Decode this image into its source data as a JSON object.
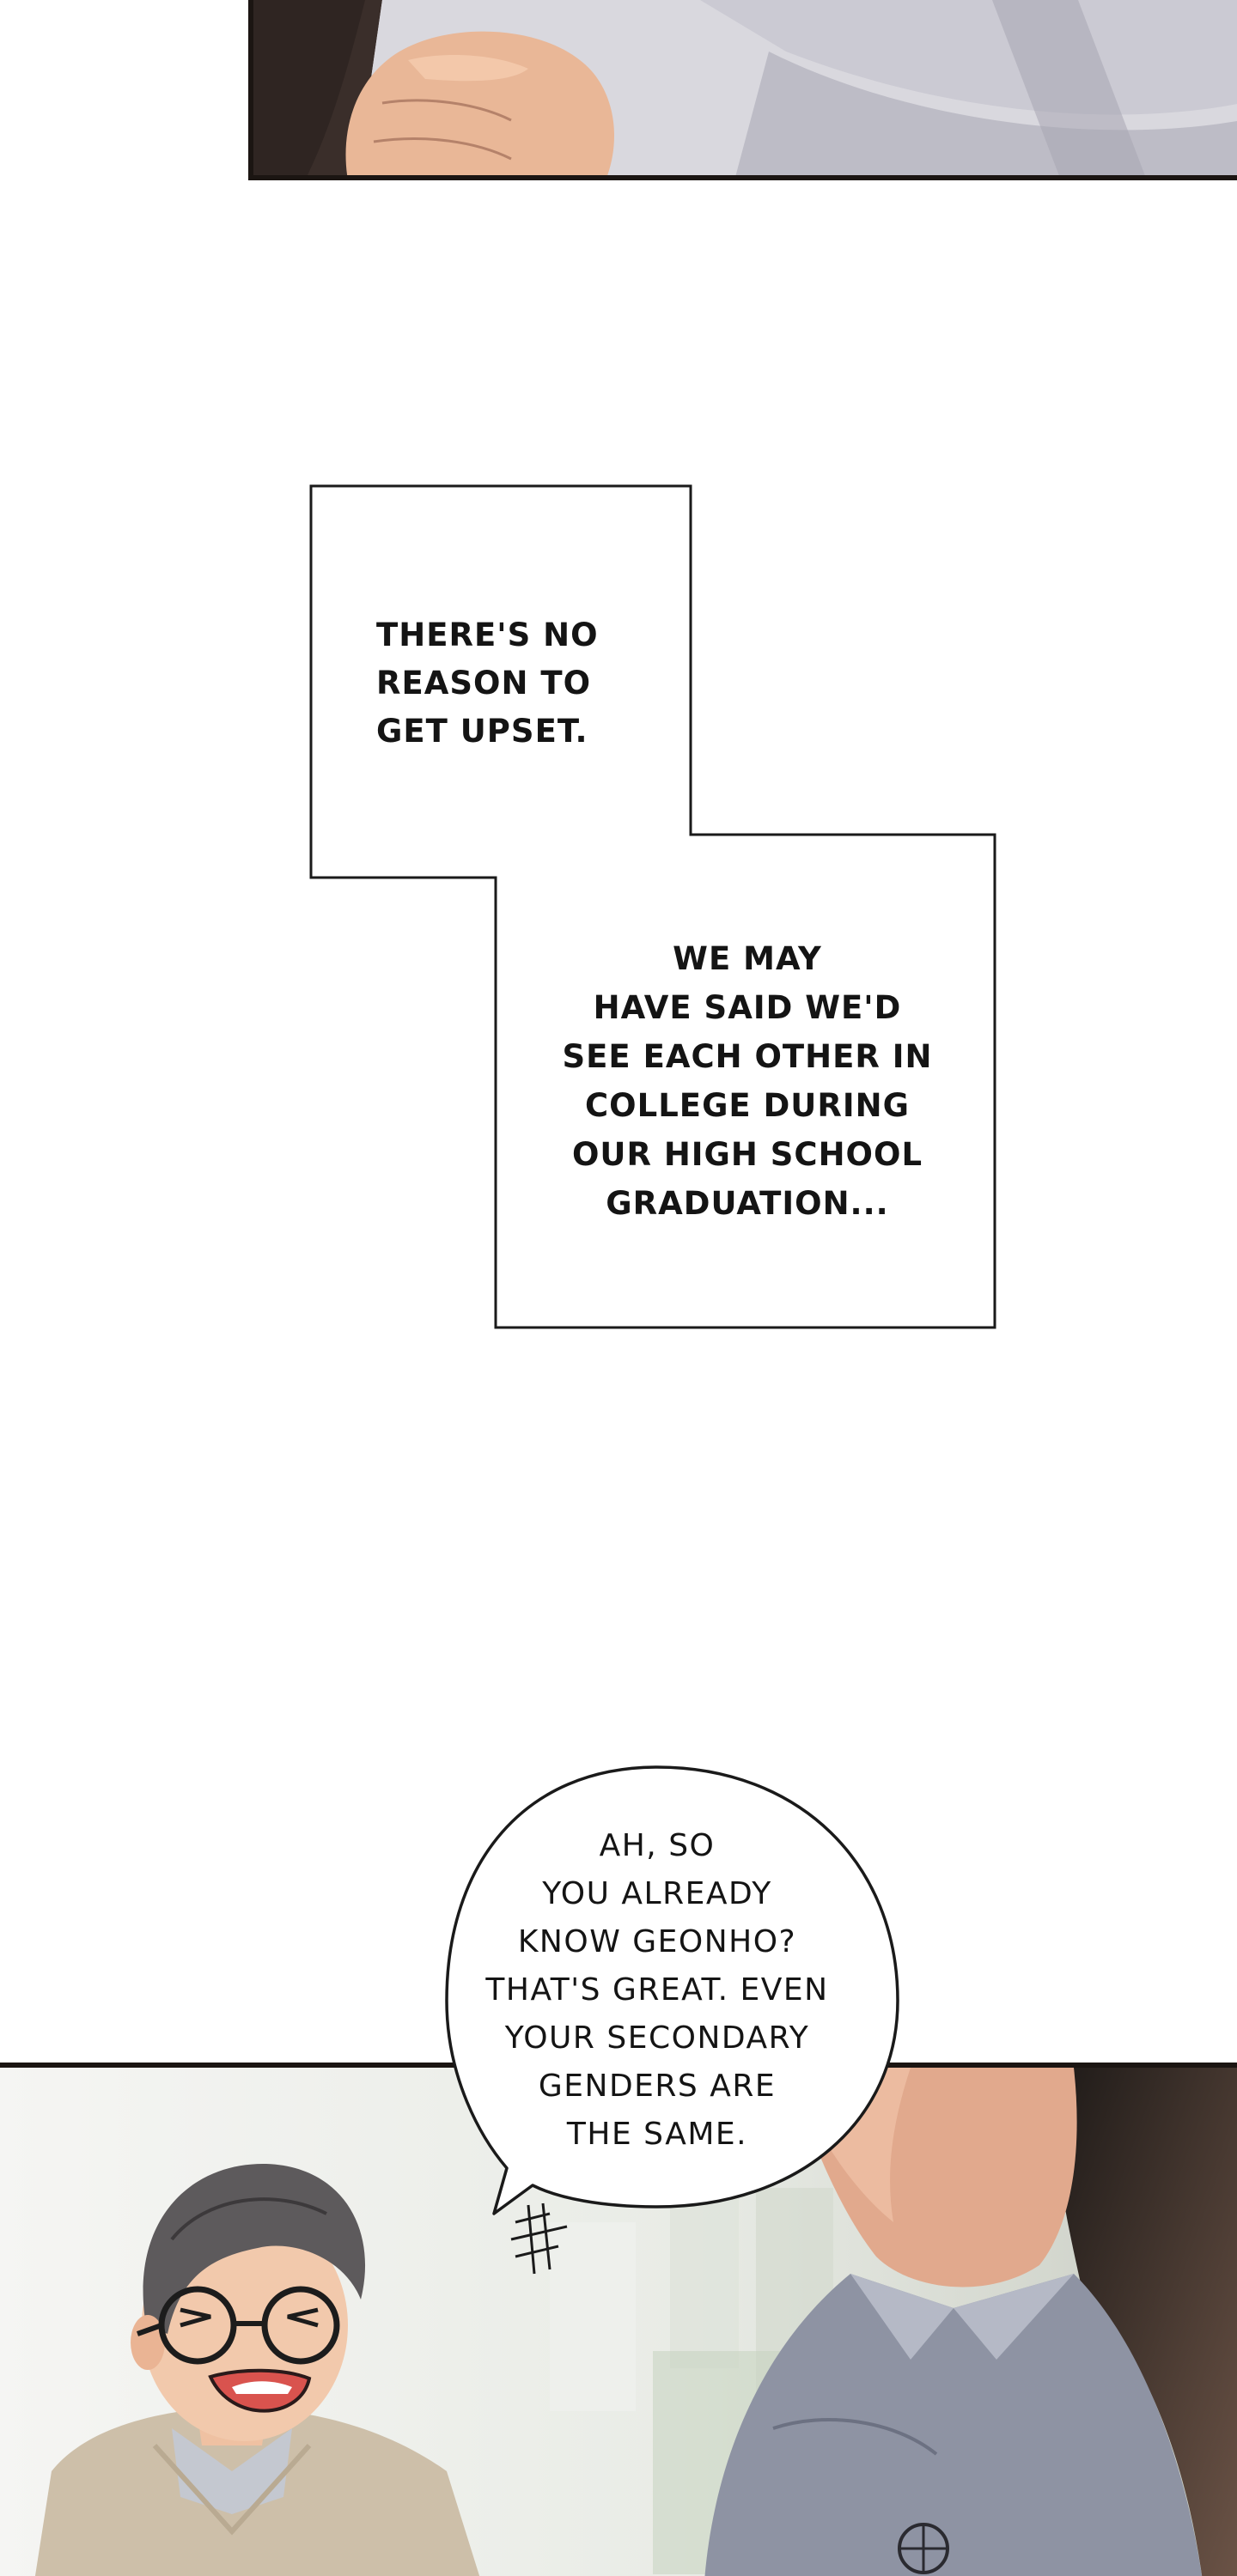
{
  "captions": [
    {
      "text": "THERE'S NO\nREASON TO\nGET UPSET."
    },
    {
      "text": "WE MAY\nHAVE SAID WE'D\nSEE EACH OTHER IN\nCOLLEGE DURING\nOUR HIGH SCHOOL\nGRADUATION..."
    }
  ],
  "speech": {
    "text": "AH, SO\nYOU ALREADY\nKNOW GEONHO?\nTHAT'S GREAT. EVEN\nYOUR SECONDARY\nGENDERS ARE\nTHE SAME."
  }
}
